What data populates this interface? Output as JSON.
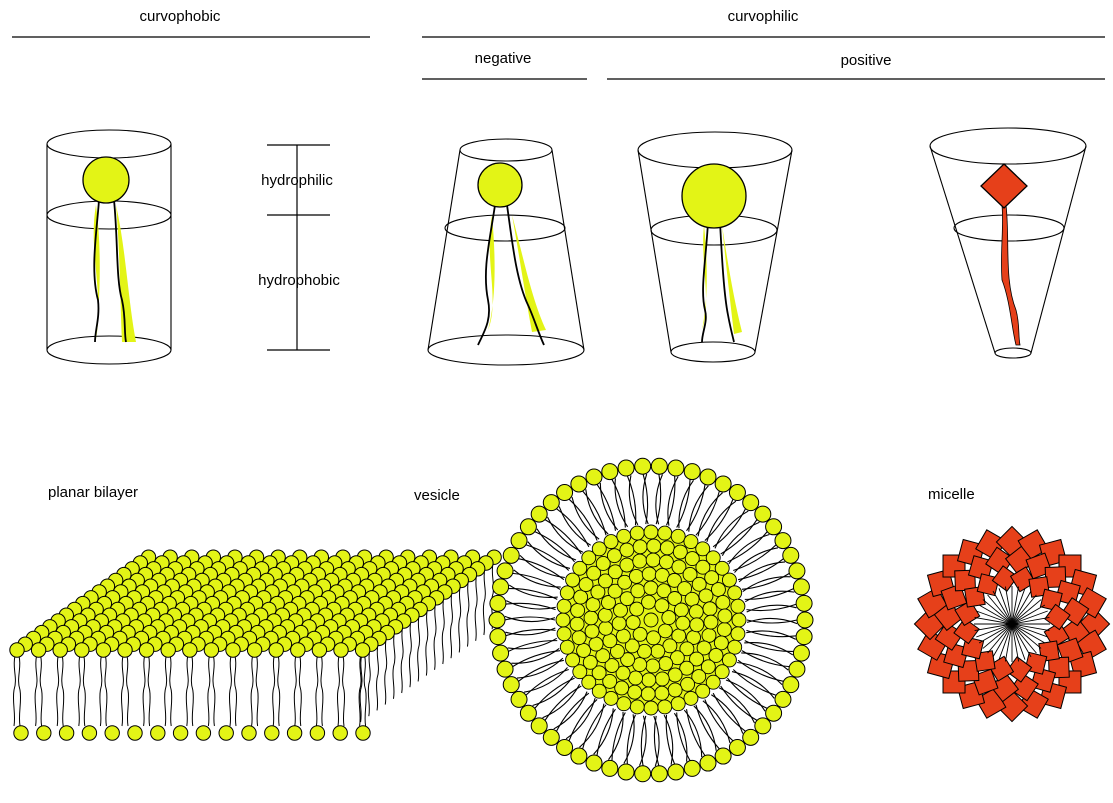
{
  "headers": {
    "curvophobic": "curvophobic",
    "curvophilic": "curvophilic",
    "negative": "negative",
    "positive": "positive"
  },
  "scale": {
    "hydrophilic": "hydrophilic",
    "hydrophobic": "hydrophobic"
  },
  "structures": {
    "planar_bilayer": "planar bilayer",
    "vesicle": "vesicle",
    "micelle": "micelle"
  },
  "colors": {
    "lipid_yellow": "#e3f416",
    "lipid_red": "#e6401a",
    "line": "#000000"
  }
}
